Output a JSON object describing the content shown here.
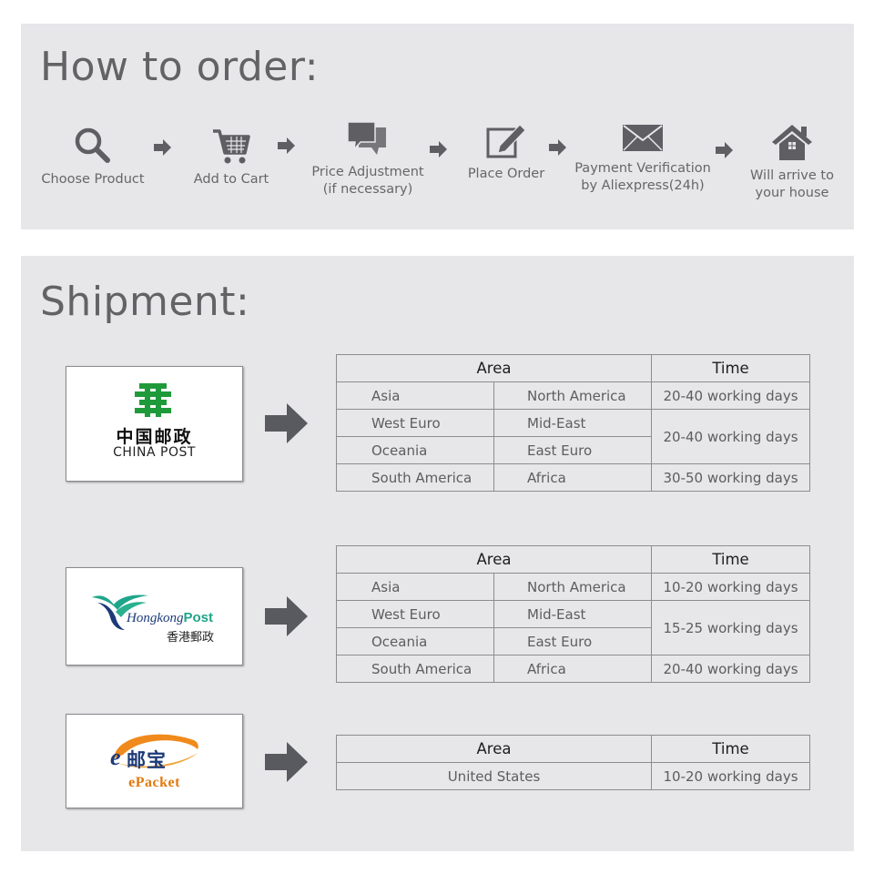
{
  "order": {
    "title": "How to order:",
    "steps": [
      {
        "label": "Choose Product",
        "icon": "search-icon"
      },
      {
        "label": "Add to Cart",
        "icon": "cart-icon"
      },
      {
        "label": "Price Adjustment",
        "label2": "(if necessary)",
        "icon": "chat-icon"
      },
      {
        "label": "Place Order",
        "icon": "edit-icon"
      },
      {
        "label": "Payment Verification",
        "label2": "by Aliexpress(24h)",
        "icon": "mail-icon"
      },
      {
        "label": "Will arrive to",
        "label2": "your house",
        "icon": "house-icon"
      }
    ]
  },
  "shipment": {
    "title": "Shipment:",
    "col_area": "Area",
    "col_time": "Time",
    "china_post": {
      "logo_cn": "中国邮政",
      "logo_en": "CHINA POST",
      "rows": [
        {
          "a": "Asia",
          "b": "North America"
        },
        {
          "a": "West Euro",
          "b": "Mid-East"
        },
        {
          "a": "Oceania",
          "b": "East Euro"
        },
        {
          "a": "South America",
          "b": "Africa"
        }
      ],
      "times": [
        "20-40 working days",
        "20-40 working days",
        "30-50 working days"
      ]
    },
    "hongkong_post": {
      "logo_en1": "Hongkong",
      "logo_en2": "Post",
      "logo_cn": "香港郵政",
      "rows": [
        {
          "a": "Asia",
          "b": "North America"
        },
        {
          "a": "West Euro",
          "b": "Mid-East"
        },
        {
          "a": "Oceania",
          "b": "East Euro"
        },
        {
          "a": "South America",
          "b": "Africa"
        }
      ],
      "times": [
        "10-20 working days",
        "15-25 working days",
        "20-40 working days"
      ]
    },
    "epacket": {
      "logo_cn": "邮宝",
      "logo_e": "e",
      "logo_en": "ePacket",
      "area": "United States",
      "time": "10-20 working days"
    }
  },
  "colors": {
    "panel": "#e7e7ea",
    "heading": "#636366",
    "icon": "#5e5e63",
    "china_post_green": "#1f9a3a",
    "epacket_orange": "#f08a1c",
    "hk_blue": "#1c3a78"
  }
}
